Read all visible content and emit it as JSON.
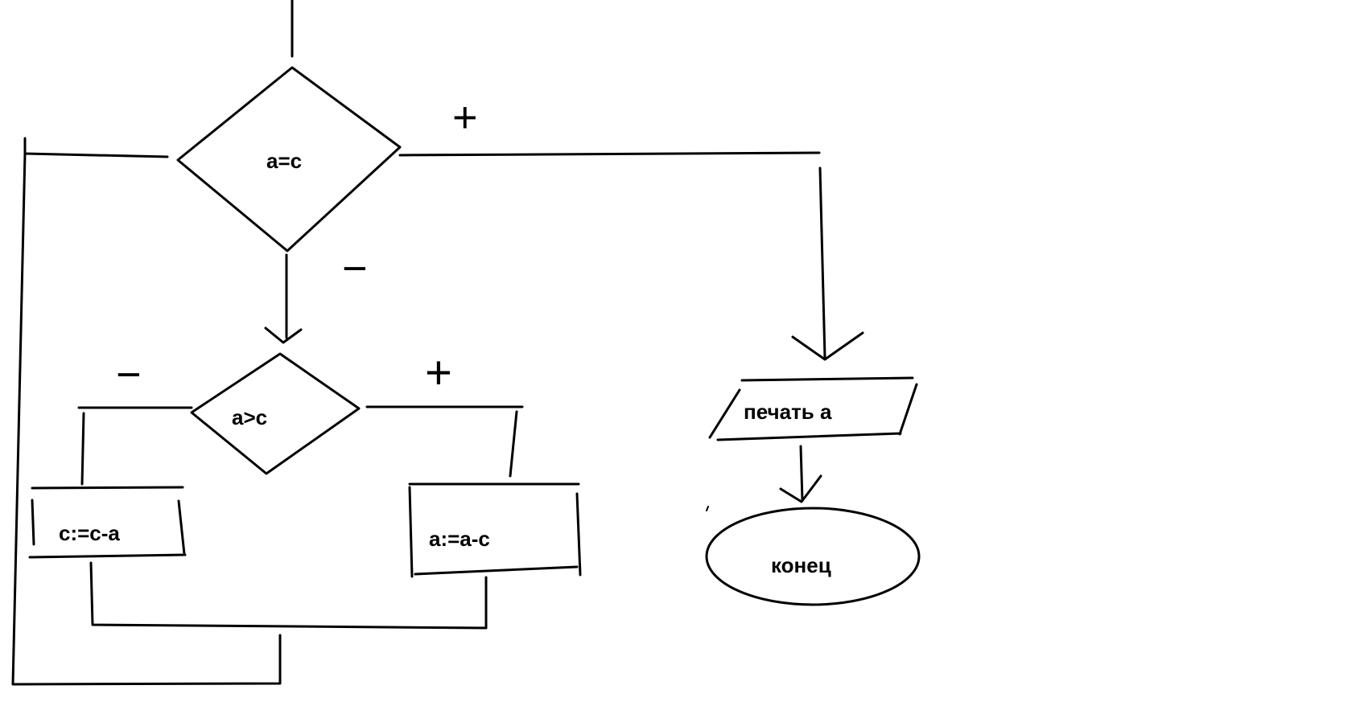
{
  "nodes": {
    "decision_equal": "a=c",
    "decision_greater": "a>c",
    "process_c": "c:=c-a",
    "process_a": "a:=a-c",
    "output": "печать а",
    "terminal": "конец"
  },
  "branch_marks": {
    "equal_yes": "+",
    "equal_no": "−",
    "greater_yes": "+",
    "greater_no": "−"
  },
  "colors": {
    "stroke": "#000000",
    "background": "#ffffff"
  }
}
